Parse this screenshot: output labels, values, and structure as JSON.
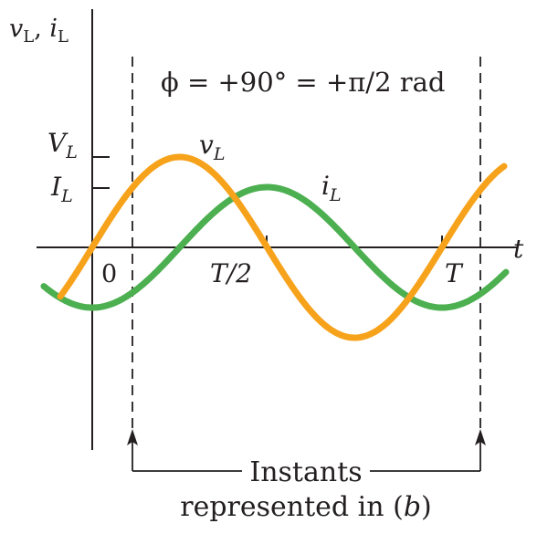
{
  "phase_label": "ϕ = +90° = +π/2 rad",
  "axis": {
    "y_label": "vₗ, iₗ",
    "y_label_parts": {
      "v": "v",
      "sep": ", ",
      "i": "i",
      "sub": "L"
    },
    "x_label": "t",
    "origin_label": "0",
    "half_period_label": "T/2",
    "period_label": "T",
    "vl_amp_label": {
      "main": "V",
      "sub": "L"
    },
    "il_amp_label": {
      "main": "I",
      "sub": "L"
    }
  },
  "curves": {
    "voltage": {
      "main": "v",
      "sub": "L",
      "color": "#f7a21b"
    },
    "current": {
      "main": "i",
      "sub": "L",
      "color": "#4caf50"
    }
  },
  "annotation": {
    "line1": "Instants",
    "line2_text": "represented in (",
    "line2_italic": "b",
    "line2_close": ")"
  },
  "colors": {
    "axis": "#231f20",
    "voltage": "#f7a21b",
    "current": "#4caf50"
  }
}
